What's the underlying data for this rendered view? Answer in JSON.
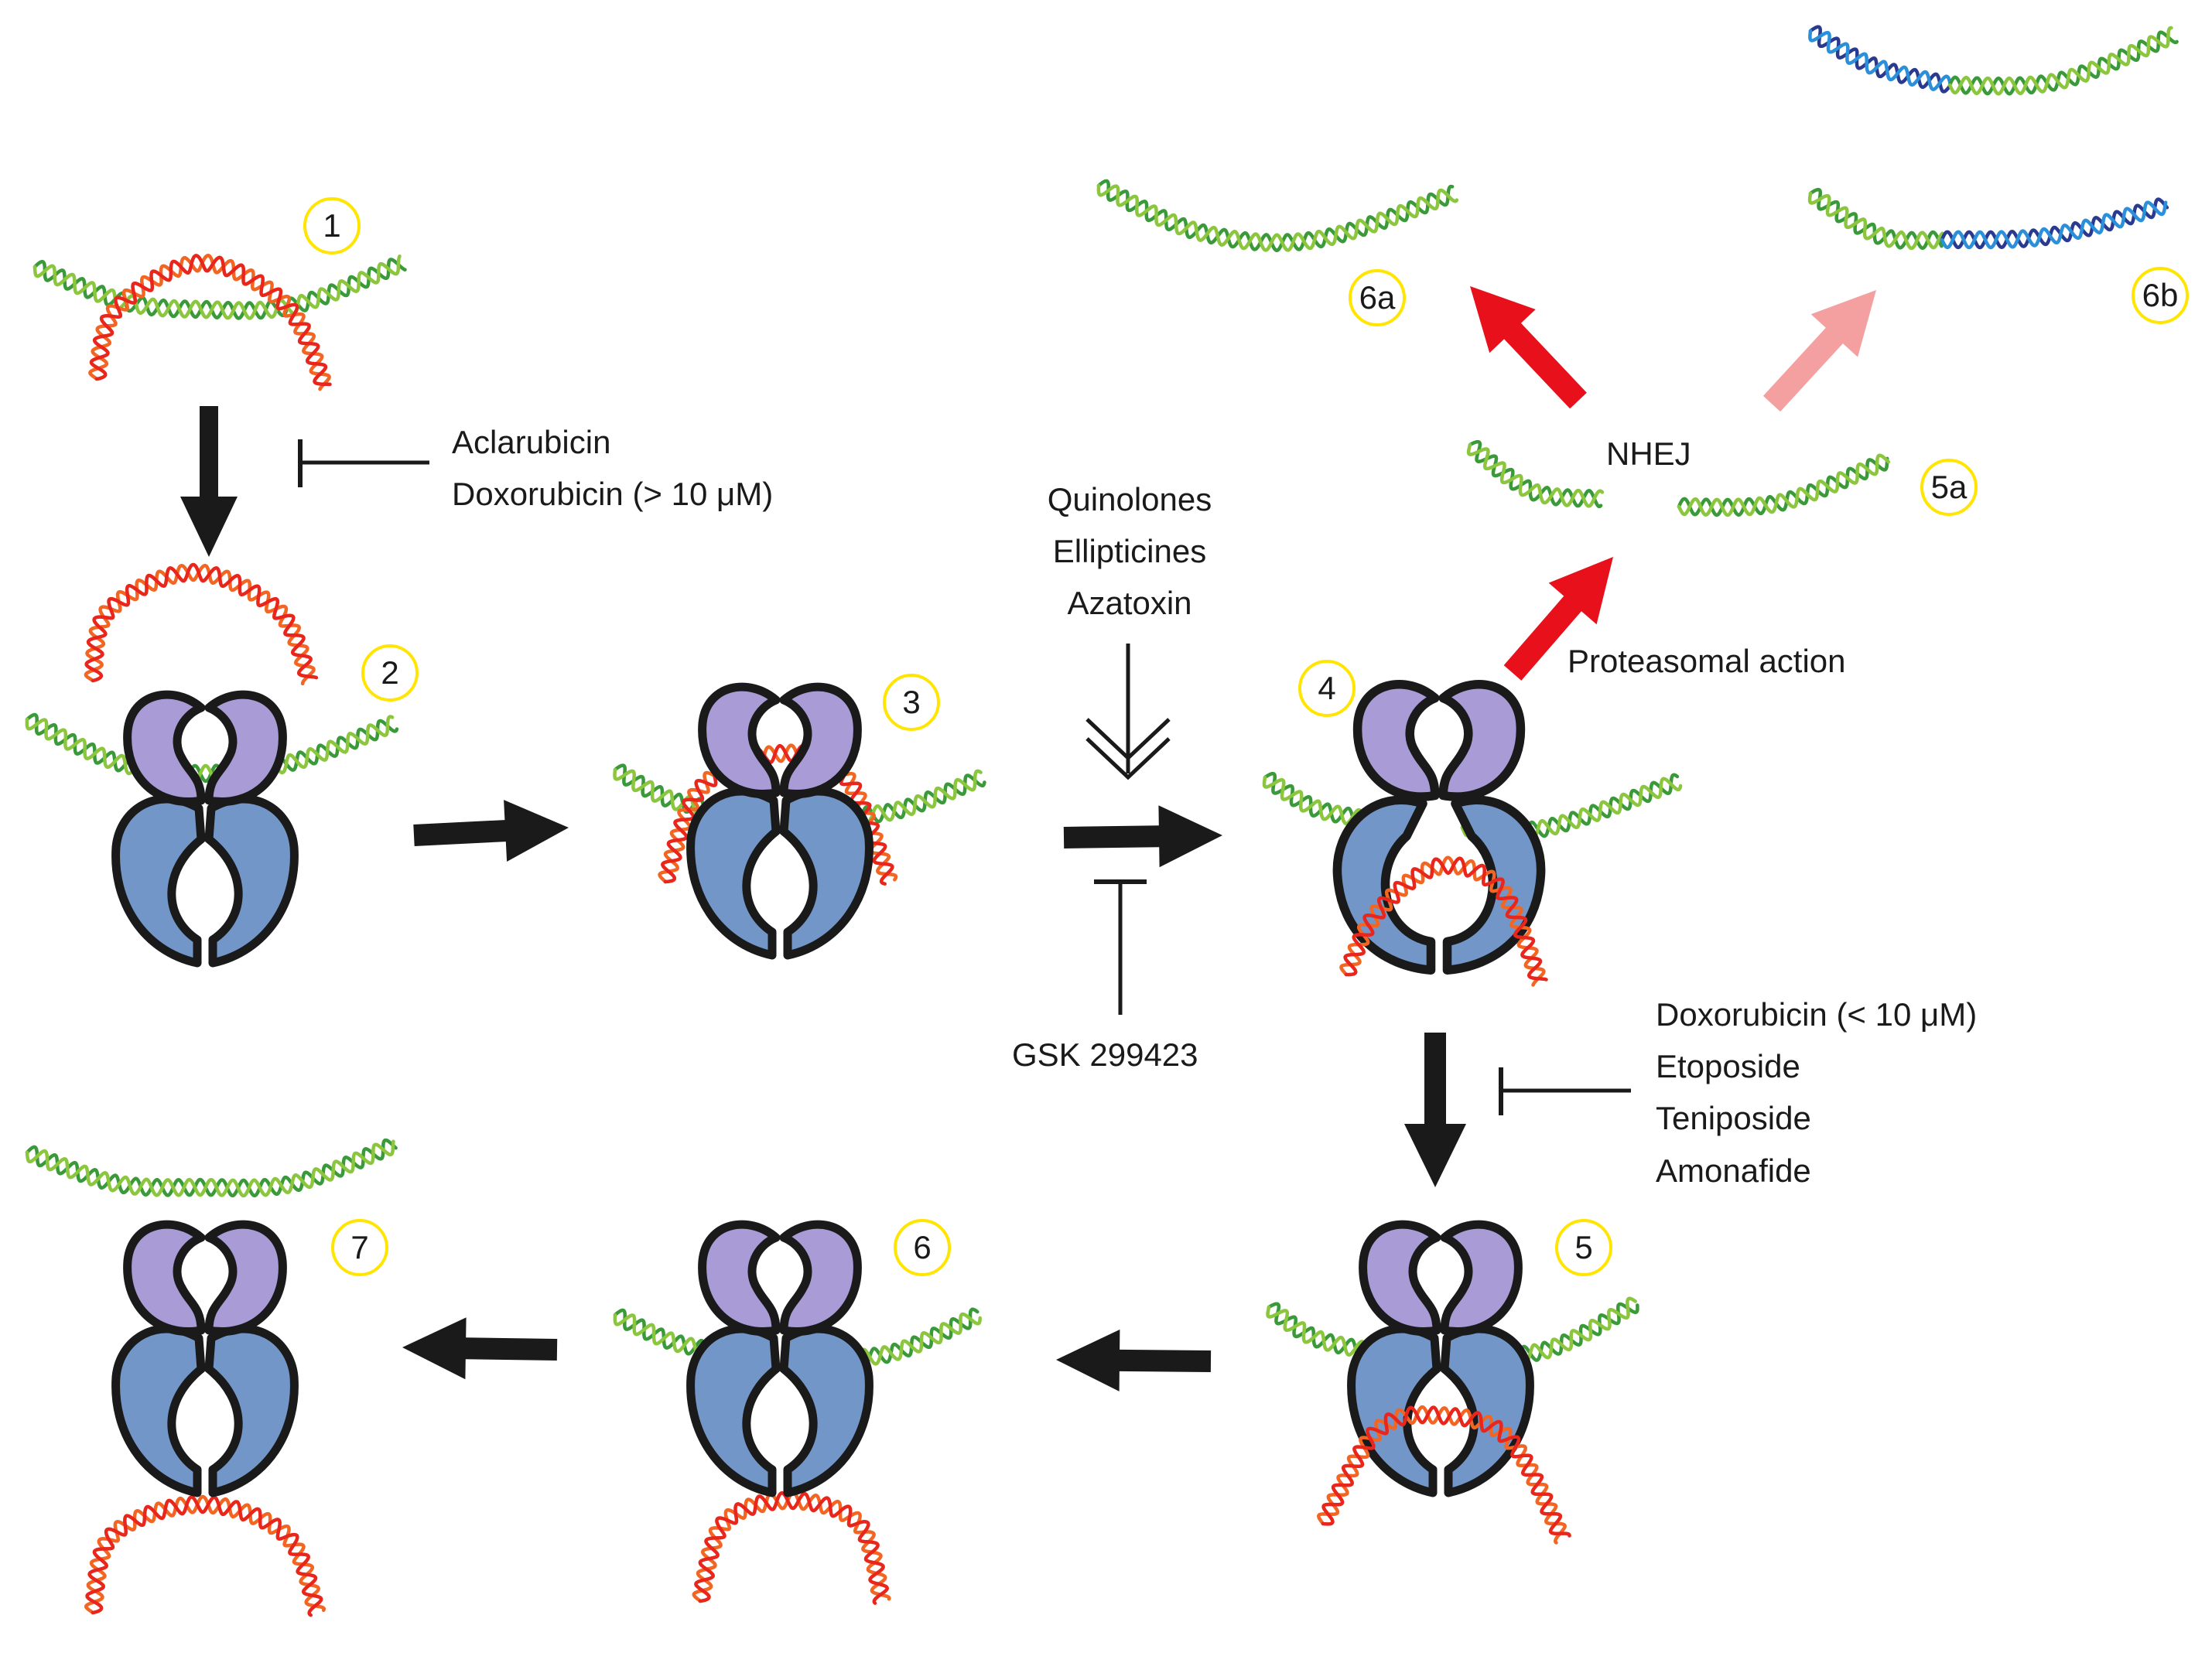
{
  "colors": {
    "dna_green": "#8cc63f",
    "dna_green_dark": "#3a9a3a",
    "dna_red": "#e8261c",
    "dna_orange": "#f26522",
    "dna_blue": "#2b8fd9",
    "dna_navy": "#2a3a8f",
    "topo_purple": "#a99bd6",
    "topo_blue": "#7396c8",
    "outline": "#1a1a1a",
    "arrow_black": "#1a1a1a",
    "arrow_red": "#e8111b",
    "arrow_pink": "#f4a0a0",
    "badge_ring": "#ffe500"
  },
  "steps": [
    "1",
    "2",
    "3",
    "4",
    "5",
    "6",
    "7",
    "5a",
    "6a",
    "6b"
  ],
  "labels": {
    "inhibitors_1": [
      "Aclarubicin",
      "Doxorubicin (> 10 μM)"
    ],
    "stabilizers_3": [
      "Quinolones",
      "Ellipticines",
      "Azatoxin"
    ],
    "inhibitor_3": "GSK 299423",
    "inhibitors_4": [
      "Doxorubicin (< 10 μM)",
      "Etoposide",
      "Teniposide",
      "Amonafide"
    ],
    "nhej": "NHEJ",
    "proteasomal": "Proteasomal action"
  }
}
